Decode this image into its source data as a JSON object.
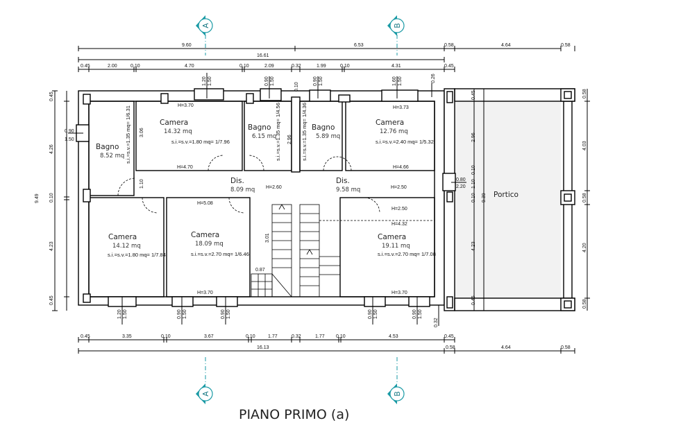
{
  "title": "PIANO PRIMO (a)",
  "section_markers": [
    "A",
    "B"
  ],
  "colors": {
    "section_marker": "#1a9aa5",
    "portico_fill": "#f2f2f2",
    "walls": "#000000"
  },
  "rooms": [
    {
      "name": "Bagno",
      "area": "8.52 mq",
      "ratio": "s.i.=s.v.=1.35 mq= 1/6.31"
    },
    {
      "name": "Camera",
      "area": "14.32 mq",
      "ratio": "s.i.=s.v.=1.80 mq= 1/7.96"
    },
    {
      "name": "Bagno",
      "area": "6.15 mq",
      "ratio": "s.i.=s.v.=1.35 mq= 1/4.56"
    },
    {
      "name": "Bagno",
      "area": "5.89 mq",
      "ratio": "s.i.=s.v.=1.35 mq= 1/4.36"
    },
    {
      "name": "Camera",
      "area": "12.76 mq",
      "ratio": "s.i.=s.v.=2.40 mq= 1/5.32"
    },
    {
      "name": "Dis.",
      "area": "8.09 mq"
    },
    {
      "name": "Dis.",
      "area": "9.58 mq"
    },
    {
      "name": "Camera",
      "area": "14.12 mq",
      "ratio": "s.i.=s.v.=1.80 mq= 1/7.84"
    },
    {
      "name": "Camera",
      "area": "18.09 mq",
      "ratio": "s.i.=s.v.=2.70 mq= 1/6.46"
    },
    {
      "name": "Camera",
      "area": "19.11 mq",
      "ratio": "s.i.=s.v.=2.70 mq= 1/7.08"
    },
    {
      "name": "Portico"
    }
  ],
  "heights": [
    "H=3.70",
    "H=4.70",
    "H=3.73",
    "H=4.66",
    "H=2.60",
    "H=2.50",
    "H=5.08",
    "H=2.50",
    "H=4.32",
    "H=3.70",
    "H=3.70"
  ],
  "dimensions": {
    "top_overall": [
      "9.60",
      "6.53",
      "0.58",
      "4.64",
      "0.58"
    ],
    "top_total": "16.61",
    "top_detail": [
      "0.45",
      "2.00",
      "0.10",
      "4.70",
      "0.10",
      "2.09",
      "0.32",
      "1.99",
      "0.10",
      "4.31",
      "0.45"
    ],
    "top_windows": [
      "1.20",
      "1.50",
      "0.90",
      "1.50",
      "0.10",
      "0.90",
      "1.50",
      "1.60",
      "1.50",
      "0.26"
    ],
    "bottom_detail": [
      "0.45",
      "3.35",
      "0.10",
      "3.67",
      "0.10",
      "1.77",
      "0.32",
      "1.77",
      "0.10",
      "4.53",
      "0.45"
    ],
    "bottom_total": "16.13",
    "bottom_portico": [
      "0.58",
      "4.64",
      "0.58"
    ],
    "bottom_windows": [
      "1.20",
      "1.50",
      "0.90",
      "1.50",
      "0.90",
      "1.50",
      "0.90",
      "1.50",
      "0.90",
      "1.50",
      "0.32"
    ],
    "left_total": "9.49",
    "left_detail": [
      "0.45",
      "4.26",
      "0.10",
      "4.23",
      "0.45"
    ],
    "left_window": [
      "0.90",
      "1.50"
    ],
    "portico_inner": [
      "0.45",
      "2.96",
      "0.10",
      "1.10",
      "0.10",
      "4.23",
      "0.45"
    ],
    "portico_total": "9.39",
    "portico_door": [
      "0.80",
      "2.20"
    ],
    "portico_outer": [
      "0.58",
      "4.03",
      "0.58",
      "4.20",
      "0.58"
    ],
    "interior": [
      "3.06",
      "1.10",
      "2.96",
      "3.01",
      "0.87"
    ]
  }
}
